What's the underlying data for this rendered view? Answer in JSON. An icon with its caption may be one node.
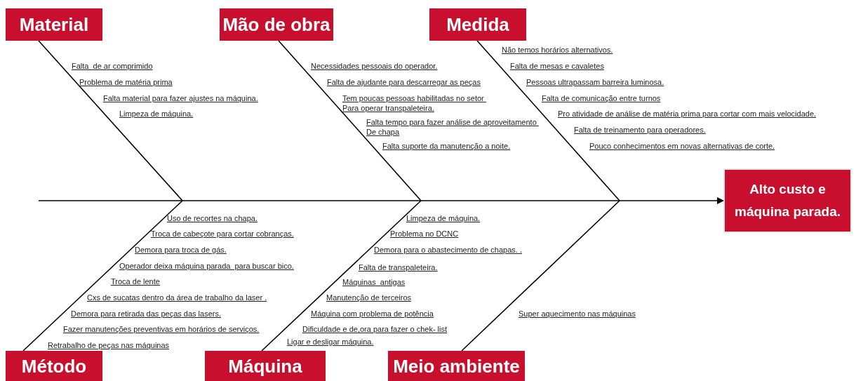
{
  "diagram": {
    "nodes": [
      {
        "text": [
          "Material"
        ]
      },
      {
        "text": [
          "Mão de obra"
        ]
      },
      {
        "text": [
          "Medida"
        ]
      },
      {
        "text": [
          "Método"
        ]
      },
      {
        "text": [
          "Máquina"
        ]
      },
      {
        "text": [
          "Meio ambiente"
        ]
      },
      {
        "text": [
          "Alto custo e máquina parada."
        ]
      }
    ],
    "edges": [
      {
        "from": null,
        "to": 6,
        "arrow": "to"
      },
      {
        "from": 0,
        "to": null,
        "arrow": "none"
      },
      {
        "from": 1,
        "to": null,
        "arrow": "none"
      },
      {
        "from": 2,
        "to": null,
        "arrow": "none"
      },
      {
        "from": 3,
        "to": null,
        "arrow": "none"
      },
      {
        "from": 4,
        "to": null,
        "arrow": "none"
      },
      {
        "from": 5,
        "to": null,
        "arrow": "none"
      }
    ],
    "labels": [
      "Falta  de ar comprimido",
      "Problema de matéria prima",
      "Falta material para fazer ajustes na máquina.",
      "Limpeza de máquina.",
      "Necessidades pessoais do operador.",
      "Falta de ajudante para descarregar as peças",
      "Tem poucas pessoas habilitadas no setor Para operar transpaleteira.",
      "Falta tempo para fazer análise de aproveitamento De chapa",
      "Falta suporte da manutenção a noite.",
      "Não temos horários alternativos.",
      "Falta de mesas e cavaletes",
      "Pessoas ultrapassam barreira luminosa.",
      "Falta de comunicação entre turnos",
      "Pro atividade de análise de matéria prima para cortar com mais velocidade.",
      "Falta de treinamento para operadores.",
      "Pouco conhecimentos em novas alternativas de corte.",
      "Uso de recortes na chapa.",
      "Troca de cabeçote para cortar cobranças.",
      "Demora para troca de gás.",
      "Operador deixa máquina parada  para buscar bico.",
      "Troca de lente",
      "Cxs de sucatas dentro da área de trabalho da laser .",
      "Demora para retirada das peças das lasers.",
      "Fazer manutenções preventivas em horários de serviços.",
      "Retrabalho de peças nas máquinas",
      "Limpeza de máquina.",
      "Problema no DCNC",
      "Demora para o abastecimento de chapas. .",
      "Falta de transpaleteira.",
      "Máquinas  antigas",
      "Manutenção de terceiros",
      "Máquina com problema de potência",
      "Dificuldade e de,ora para fazer o chek- list",
      "Ligar e desligar máquina.",
      "Super aquecimento nas máquinas"
    ]
  }
}
